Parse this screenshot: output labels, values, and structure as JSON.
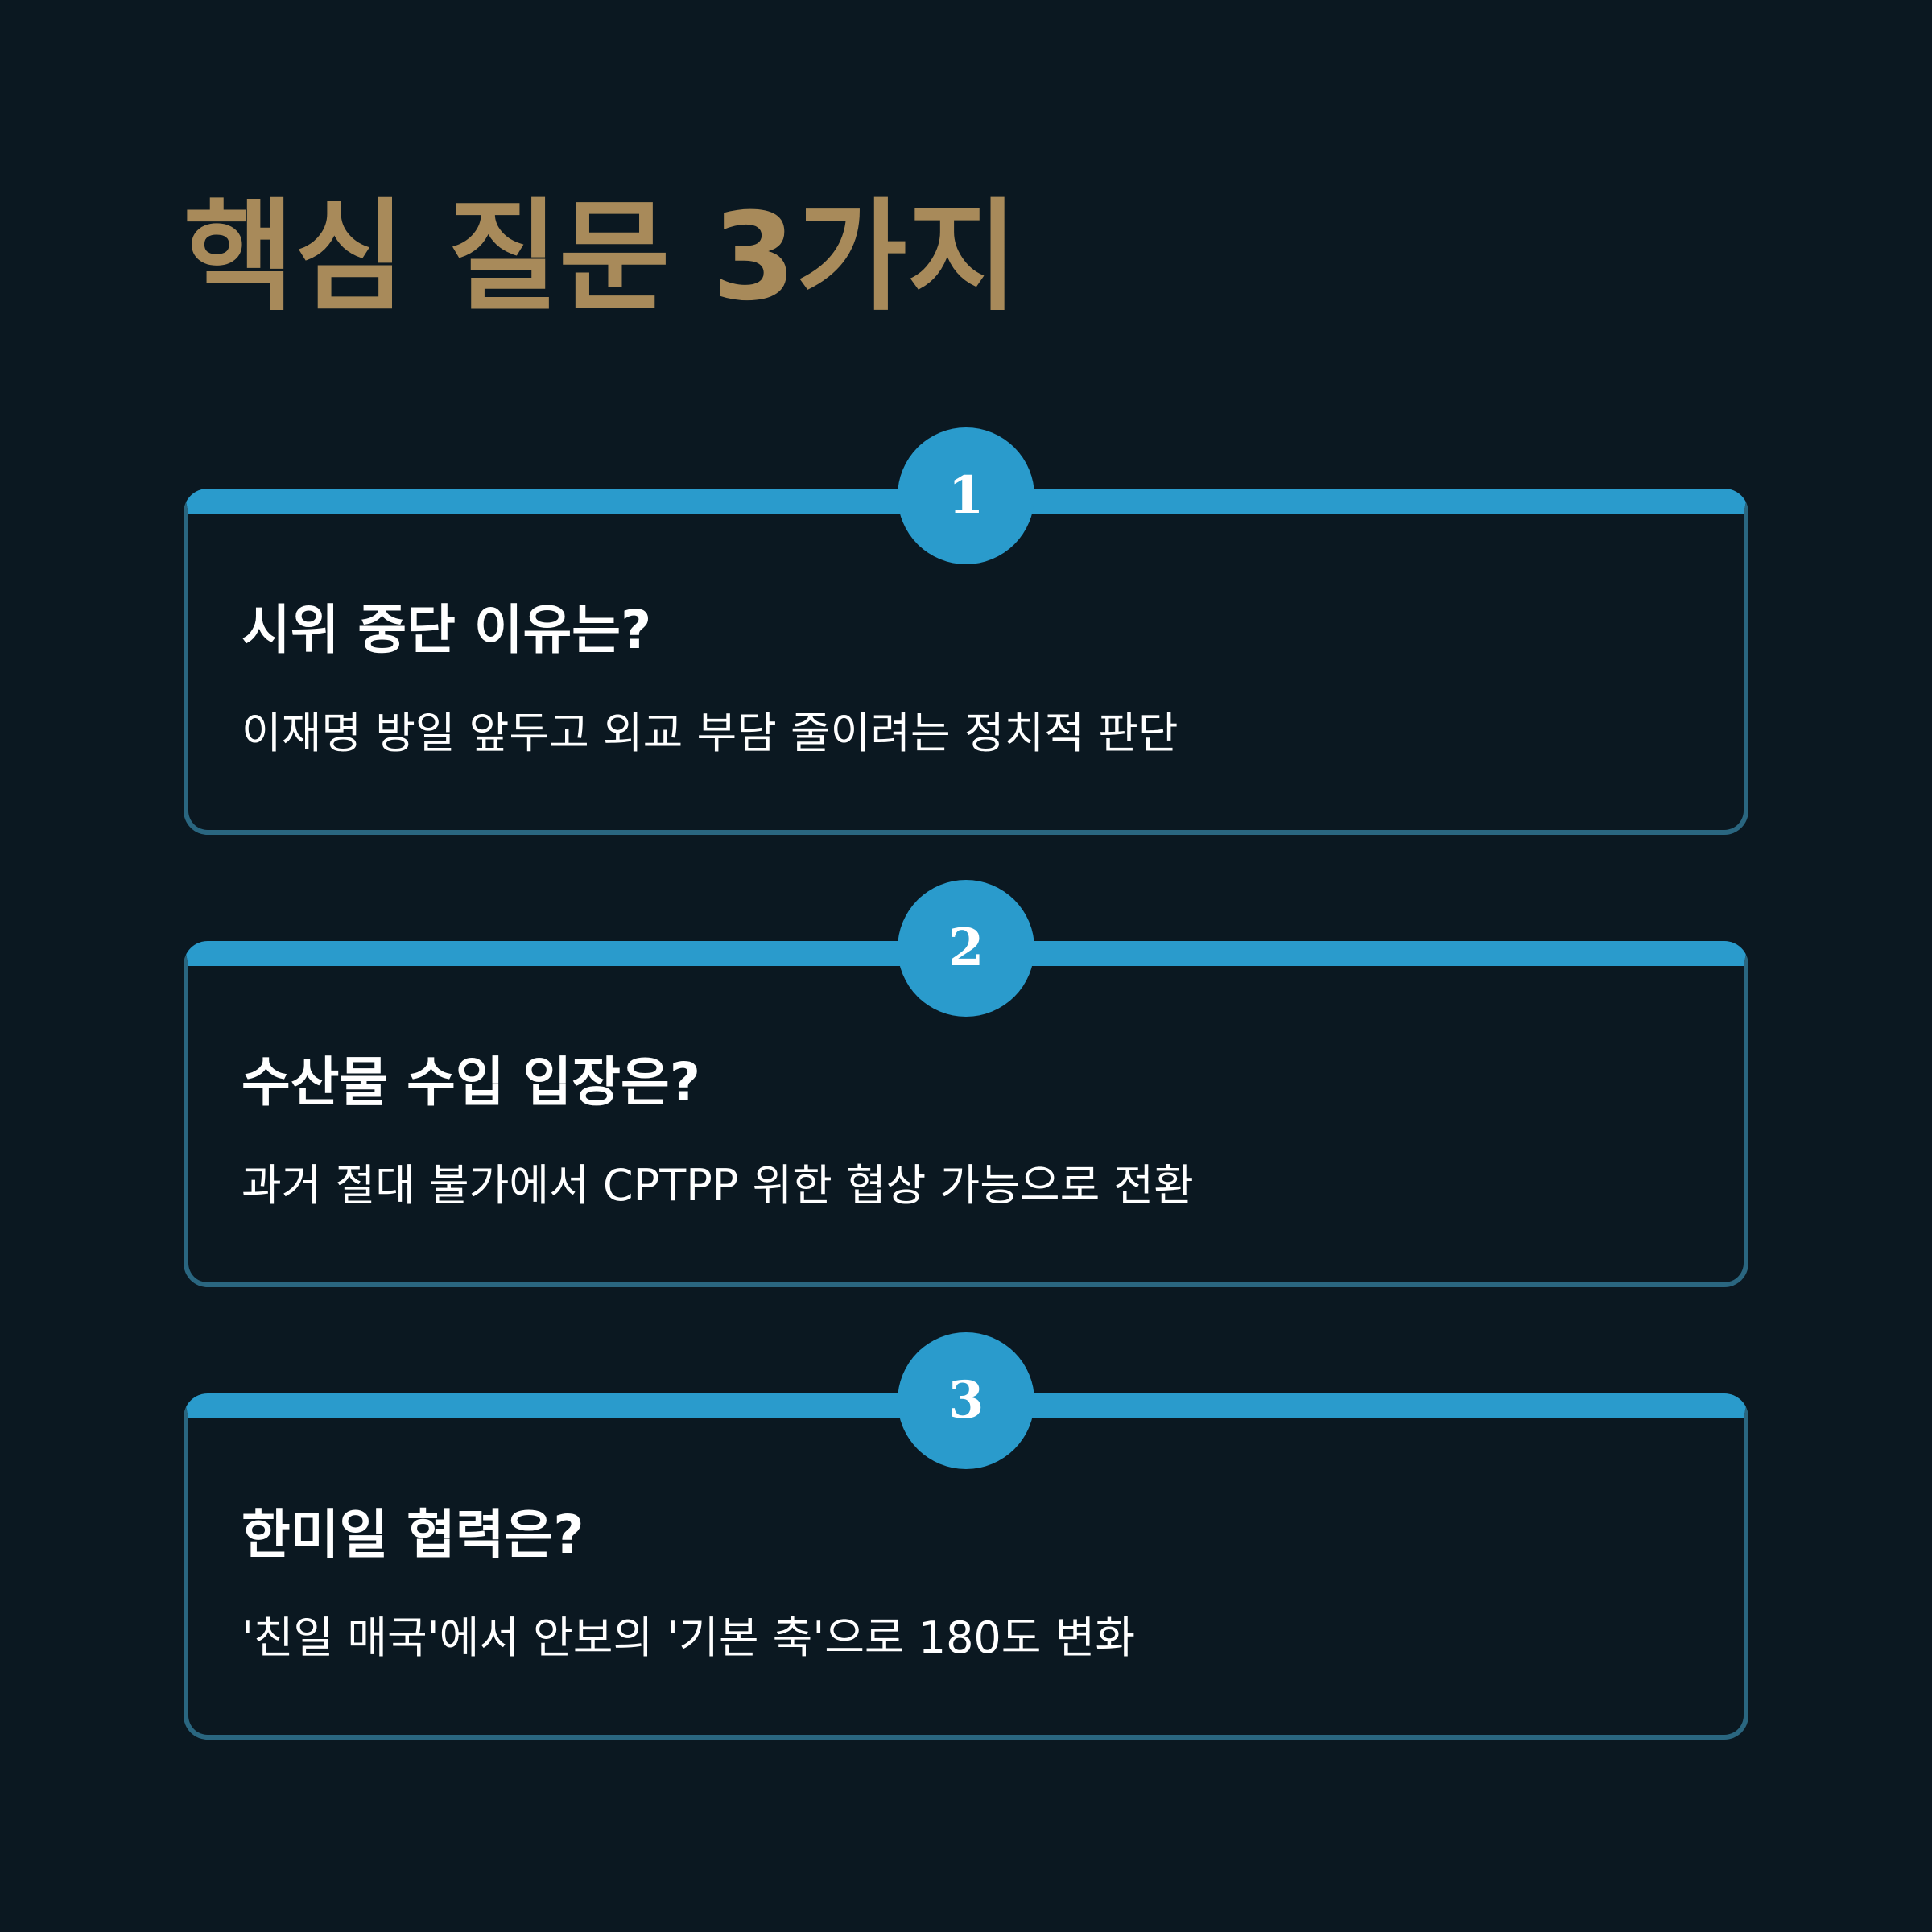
{
  "title": "핵심 질문 3가지",
  "colors": {
    "background": "#0b1821",
    "title_gold": "#a88a5a",
    "accent_blue": "#2a9bcc",
    "card_border": "#2a6680",
    "text": "#ffffff"
  },
  "questions": [
    {
      "number": "1",
      "heading": "시위 중단 이유는?",
      "answer": "이재명 방일 앞두고 외교 부담 줄이려는 정치적 판단"
    },
    {
      "number": "2",
      "heading": "수산물 수입 입장은?",
      "answer": "과거 절대 불가에서 CPTPP 위한 협상 가능으로 전환"
    },
    {
      "number": "3",
      "heading": "한미일 협력은?",
      "answer": "'친일 매국'에서 안보의 '기본 축'으로 180도 변화"
    }
  ]
}
